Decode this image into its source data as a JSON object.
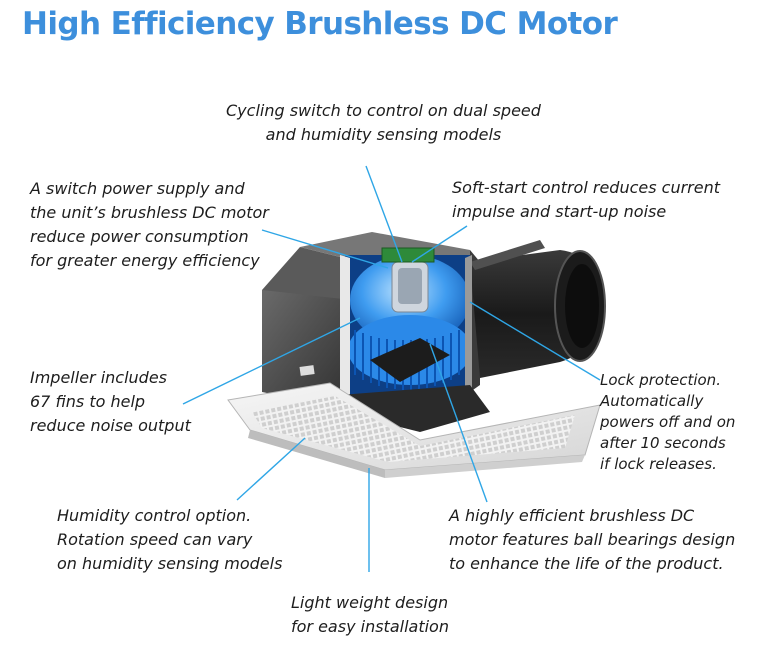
{
  "title": "High Efficiency Brushless DC Motor",
  "callouts": {
    "cycling_switch": [
      "Cycling switch to control on dual speed",
      "and humidity sensing models"
    ],
    "power_supply": [
      "A switch power supply and",
      "the unit’s brushless DC motor",
      "reduce power consumption",
      "for greater energy efficiency"
    ],
    "soft_start": [
      "Soft-start control reduces current",
      "impulse and start-up noise"
    ],
    "impeller": [
      "Impeller includes",
      "67 fins to help",
      "reduce noise output"
    ],
    "lock_protection": [
      "Lock protection.",
      "Automatically",
      "powers off and on",
      "after 10 seconds",
      "if lock releases."
    ],
    "humidity": [
      "Humidity control option.",
      "Rotation speed can vary",
      "on humidity sensing models"
    ],
    "brushless_motor": [
      "A highly efficient brushless DC",
      "motor features ball bearings design",
      "to enhance the life of the product."
    ],
    "light_weight": [
      "Light weight design",
      "for easy installation"
    ]
  },
  "colors": {
    "title": "#3d8fdc",
    "leader_line": "#2fa6e6",
    "fan_blue": "#1f7fe0",
    "housing": "#4a4a4a"
  }
}
